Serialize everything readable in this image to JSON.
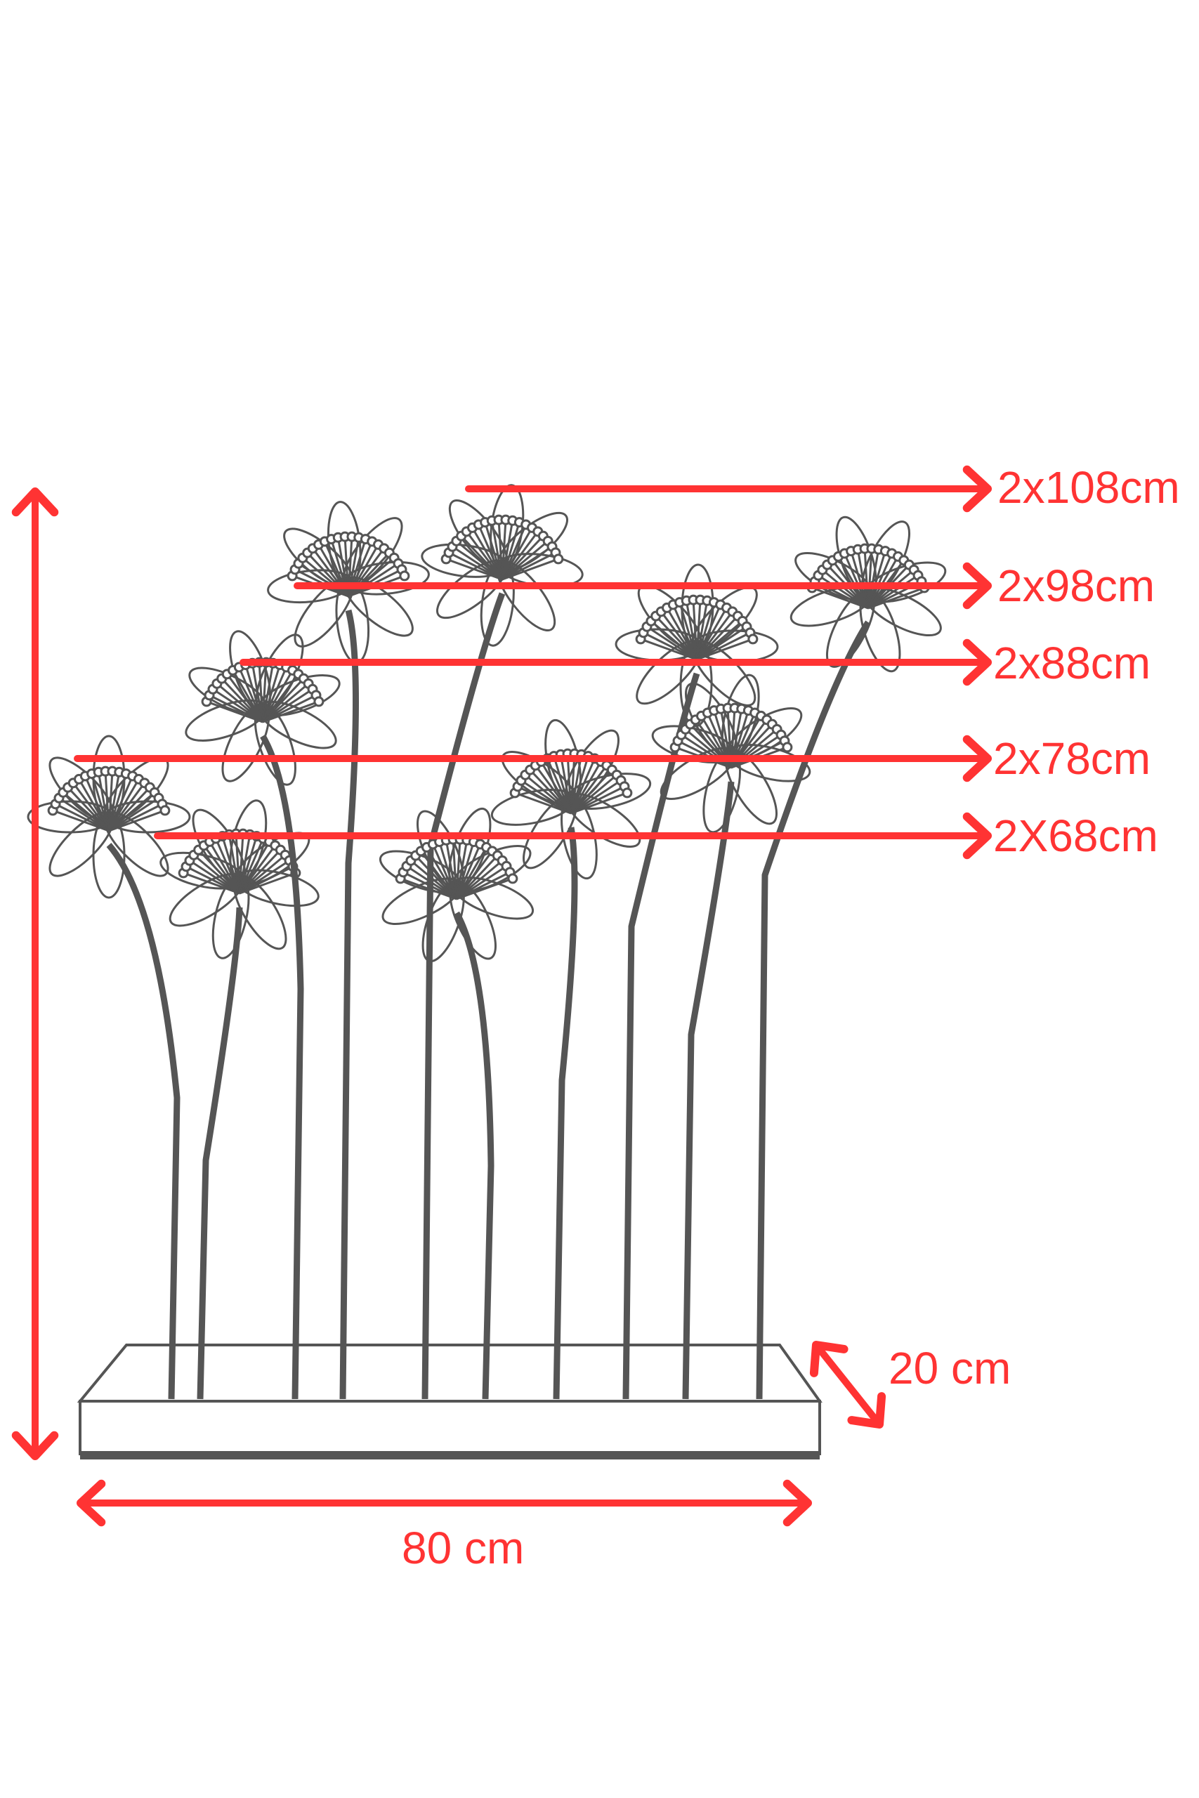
{
  "colors": {
    "dimension": "#ff3333",
    "drawing": "#555555"
  },
  "heights": [
    {
      "label": "2x108cm"
    },
    {
      "label": "2x98cm"
    },
    {
      "label": "2x88cm"
    },
    {
      "label": "2x78cm"
    },
    {
      "label": "2X68cm"
    }
  ],
  "width_label": "80 cm",
  "depth_label": "20 cm"
}
